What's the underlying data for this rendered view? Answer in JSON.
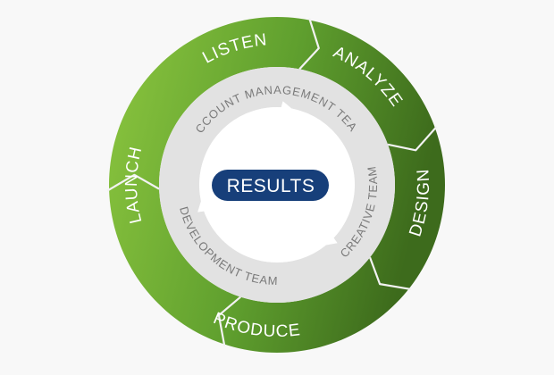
{
  "diagram": {
    "center_label": "RESULTS",
    "phases": [
      "LISTEN",
      "ANALYZE",
      "DESIGN",
      "PRODUCE",
      "LAUNCH"
    ],
    "teams": [
      "ACCOUNT MANAGEMENT TEAM",
      "CREATIVE TEAM",
      "DEVELOPMENT TEAM"
    ]
  },
  "colors": {
    "background": "#f8f8f8",
    "green_light": "#8cc63f",
    "green_mid": "#5f9f2e",
    "green_dark": "#3d6b1c",
    "inner_ring": "#e2e2e2",
    "center_fill": "#ffffff",
    "pill": "#173f7a",
    "team_text": "#7a7a7a"
  }
}
